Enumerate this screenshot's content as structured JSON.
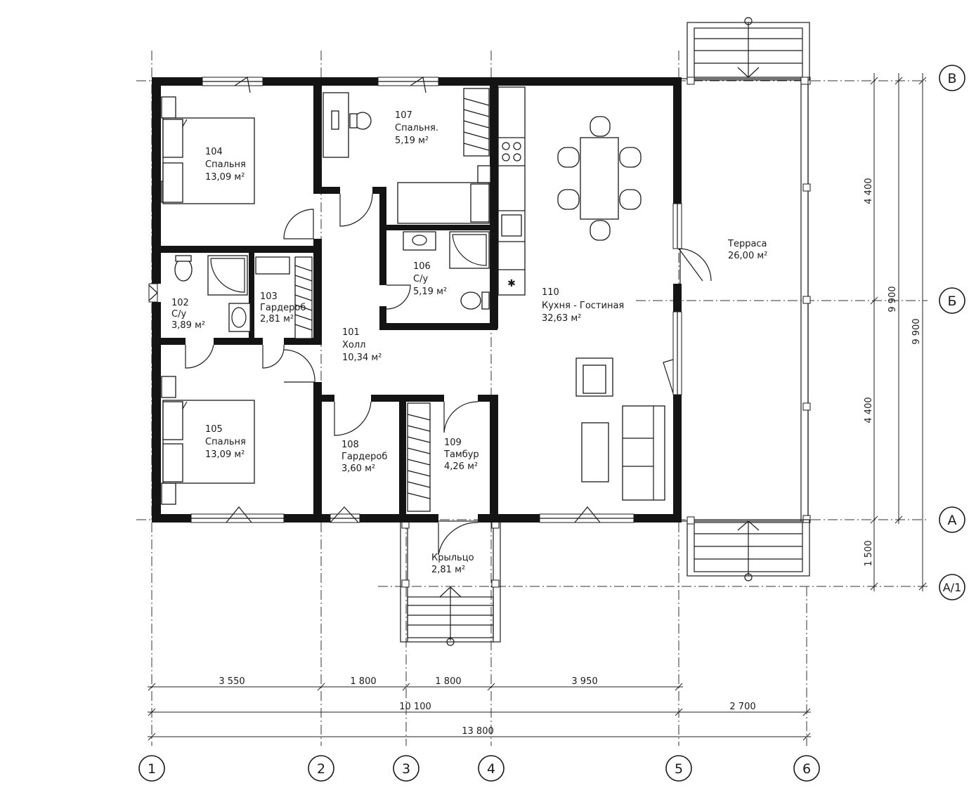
{
  "axes": {
    "vertical": [
      {
        "id": "ax-1",
        "label": "1"
      },
      {
        "id": "ax-2",
        "label": "2"
      },
      {
        "id": "ax-3",
        "label": "3"
      },
      {
        "id": "ax-4",
        "label": "4"
      },
      {
        "id": "ax-5",
        "label": "5"
      },
      {
        "id": "ax-6",
        "label": "6"
      }
    ],
    "horizontal": [
      {
        "id": "ax-v",
        "label": "В"
      },
      {
        "id": "ax-b",
        "label": "Б"
      },
      {
        "id": "ax-a",
        "label": "А"
      },
      {
        "id": "ax-a1",
        "label": "А/1"
      }
    ]
  },
  "rooms": [
    {
      "id": "r101",
      "number": "101",
      "name": "Холл",
      "area": "10,34 м²"
    },
    {
      "id": "r102",
      "number": "102",
      "name": "С/у",
      "area": "3,89 м²"
    },
    {
      "id": "r103",
      "number": "103",
      "name": "Гардероб",
      "area": "2,81 м²"
    },
    {
      "id": "r104",
      "number": "104",
      "name": "Спальня",
      "area": "13,09 м²"
    },
    {
      "id": "r105",
      "number": "105",
      "name": "Спальня",
      "area": "13,09 м²"
    },
    {
      "id": "r106",
      "number": "106",
      "name": "С/у",
      "area": "5,19 м²"
    },
    {
      "id": "r107",
      "number": "107",
      "name": "Спальня.",
      "area": "5,19 м²"
    },
    {
      "id": "r108",
      "number": "108",
      "name": "Гардероб",
      "area": "3,60 м²"
    },
    {
      "id": "r109",
      "number": "109",
      "name": "Тамбур",
      "area": "4,26 м²"
    },
    {
      "id": "r110",
      "number": "110",
      "name": "Кухня - Гостиная",
      "area": "32,63 м²"
    },
    {
      "id": "terrace",
      "number": "",
      "name": "Терраса",
      "area": "26,00 м²"
    },
    {
      "id": "porch",
      "number": "",
      "name": "Крыльцо",
      "area": "2,81 м²"
    }
  ],
  "dimensions": {
    "bottom_row1": [
      "3 550",
      "1 800",
      "1 800",
      "3 950"
    ],
    "bottom_row2": [
      "10 100",
      "2 700"
    ],
    "bottom_total": "13 800",
    "right_inner": [
      "4 400",
      "4 400",
      "1 500"
    ],
    "right_mid": "9 900",
    "right_outer": "9 900"
  }
}
